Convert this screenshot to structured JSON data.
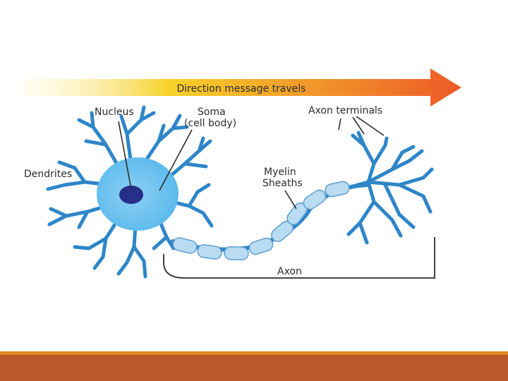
{
  "diagram": {
    "direction_label": "Direction message travels",
    "labels": {
      "nucleus": "Nucleus",
      "soma_line1": "Soma",
      "soma_line2": "(cell body)",
      "axon_terminals": "Axon terminals",
      "dendrites": "Dendrites",
      "myelin_line1": "Myelin",
      "myelin_line2": "Sheaths",
      "axon": "Axon"
    },
    "colors": {
      "neuron": "#2e86c8",
      "soma": "#57b8ec",
      "soma_glow": "#8fd0f5",
      "nucleus": "#262f8a",
      "myelin": "#b9dcf3",
      "myelin_stroke": "#5e9cd0",
      "arrow_start": "#fff6c6",
      "arrow_mid": "#f7d22b",
      "arrow_end": "#ec5a28",
      "leader_line": "#2b2b2b"
    }
  },
  "footer": {
    "top_stripe_color": "#e2861f",
    "bar_color": "#b9582a"
  }
}
